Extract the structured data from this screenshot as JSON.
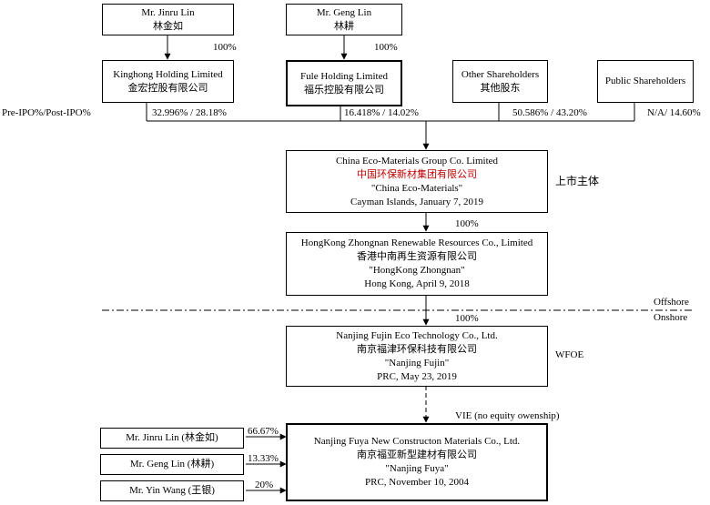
{
  "owners": {
    "jinru": {
      "en": "Mr. Jinru Lin",
      "zh": "林金如"
    },
    "geng": {
      "en": "Mr. Geng Lin",
      "zh": "林耕"
    }
  },
  "holdings": {
    "kinghong": {
      "en": "Kinghong Holding Limited",
      "zh": "金宏控股有限公司",
      "owner_pct": "100%",
      "split": "32.996% / 28.18%"
    },
    "fule": {
      "en": "Fule Holding Limited",
      "zh": "福乐控股有限公司",
      "owner_pct": "100%",
      "split": "16.418% / 14.02%"
    },
    "other": {
      "en": "Other Shareholders",
      "zh": "其他股东",
      "split": "50.586% / 43.20%"
    },
    "public": {
      "en": "Public Shareholders",
      "split": "N/A/ 14.60%"
    }
  },
  "pre_ipo_label": "Pre-IPO%/Post-IPO%",
  "entities": {
    "china_eco": {
      "line1": "China Eco-Materials Group Co. Limited",
      "line2": "中国环保新材集团有限公司",
      "line3": "\"China Eco-Materials\"",
      "line4": "Cayman Islands, January 7, 2019",
      "side_label": "上市主体"
    },
    "hk_zhongnan": {
      "line1": "HongKong Zhongnan Renewable Resources Co., Limited",
      "line2": "香港中南再生资源有限公司",
      "line3": "\"HongKong Zhongnan\"",
      "line4": "Hong Kong, April 9, 2018",
      "pct_above": "100%"
    },
    "nanjing_fujin": {
      "line1": "Nanjing Fujin Eco Technology Co., Ltd.",
      "line2": "南京福津环保科技有限公司",
      "line3": "\"Nanjing Fujin\"",
      "line4": "PRC, May 23, 2019",
      "side_label": "WFOE",
      "pct_above": "100%"
    },
    "nanjing_fuya": {
      "line1": "Nanjing Fuya New Constructon Materials Co., Ltd.",
      "line2": "南京福亚新型建材有限公司",
      "line3": "\"Nanjing Fuya\"",
      "line4": "PRC, November 10, 2004"
    }
  },
  "offshore_label": "Offshore",
  "onshore_label": "Onshore",
  "vie_label": "VIE (no equity owenship)",
  "fuya_holders": [
    {
      "name": "Mr. Jinru Lin (林金如)",
      "pct": "66.67%"
    },
    {
      "name": "Mr. Geng Lin (林耕)",
      "pct": "13.33%"
    },
    {
      "name": "Mr. Yin Wang (王银)",
      "pct": "20%"
    }
  ]
}
